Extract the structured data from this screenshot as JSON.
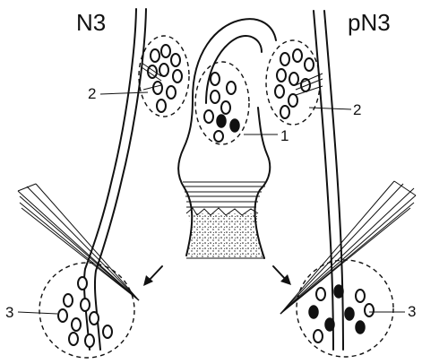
{
  "labels": {
    "left_title": "N3",
    "right_title": "pN3",
    "num_1": "1",
    "num_2_left": "2",
    "num_2_right": "2",
    "num_3_left": "3",
    "num_3_right": "3"
  }
}
